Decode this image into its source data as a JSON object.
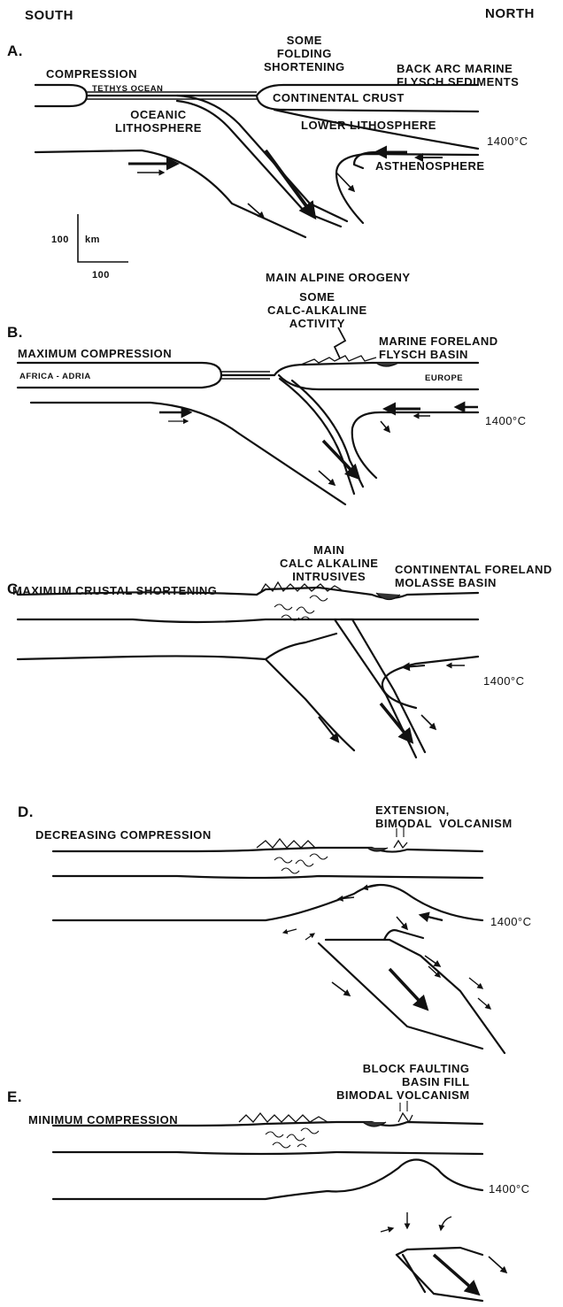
{
  "header": {
    "south": "SOUTH",
    "north": "NORTH"
  },
  "panels": {
    "a": {
      "letter": "A.",
      "compression": "COMPRESSION",
      "tethys": "TETHYS  OCEAN",
      "folding": "SOME\nFOLDING\nSHORTENING",
      "back_arc": "BACK ARC MARINE\nFLYSCH SEDIMENTS",
      "continental_crust": "CONTINENTAL  CRUST",
      "oceanic": "OCEANIC\nLITHOSPHERE",
      "lower_litho": "LOWER  LITHOSPHERE",
      "temp": "1400°C",
      "asthenosphere": "ASTHENOSPHERE",
      "scale_v": "100",
      "scale_unit": "km",
      "scale_h": "100"
    },
    "b": {
      "letter": "B.",
      "orogeny": "MAIN  ALPINE  OROGENY",
      "calc": "SOME\nCALC-ALKALINE\nACTIVITY",
      "max_comp": "MAXIMUM   COMPRESSION",
      "foreland": "MARINE FORELAND\nFLYSCH BASIN",
      "africa": "AFRICA  -  ADRIA",
      "europe": "EUROPE",
      "temp": "1400°C"
    },
    "c": {
      "letter": "C.",
      "intrusives": "MAIN\nCALC ALKALINE\nINTRUSIVES",
      "shortening": "MAXIMUM   CRUSTAL  SHORTENING",
      "molasse": "CONTINENTAL FORELAND\nMOLASSE BASIN",
      "temp": "1400°C"
    },
    "d": {
      "letter": "D.",
      "extension": "EXTENSION,\nBIMODAL  VOLCANISM",
      "decreasing": "DECREASING  COMPRESSION",
      "temp": "1400°C"
    },
    "e": {
      "letter": "E.",
      "block": "BLOCK FAULTING\nBASIN FILL\nBIMODAL VOLCANISM",
      "minimum": "MINIMUM  COMPRESSION",
      "temp": "1400°C"
    }
  }
}
